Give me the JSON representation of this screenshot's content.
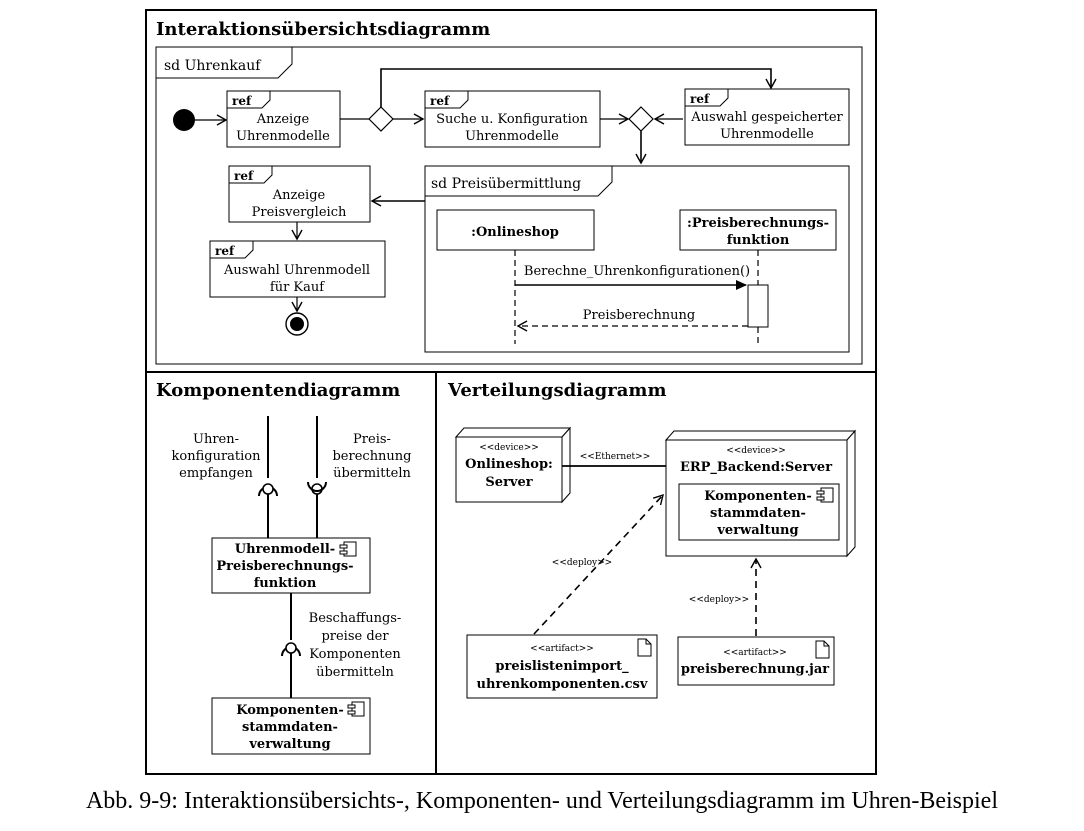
{
  "interaction_overview": {
    "title": "Interaktionsübersichtsdiagramm",
    "frame_label": "sd Uhrenkauf",
    "ref_keyword": "ref",
    "refs": {
      "anzeige_modelle": [
        "Anzeige",
        "Uhrenmodelle"
      ],
      "suche_konfig": [
        "Suche u. Konfiguration",
        "Uhrenmodelle"
      ],
      "auswahl_gespeichert": [
        "Auswahl gespeicherter",
        "Uhrenmodelle"
      ],
      "anzeige_preisvergleich": [
        "Anzeige",
        "Preisvergleich"
      ],
      "auswahl_kauf": [
        "Auswahl Uhrenmodell",
        "für Kauf"
      ]
    },
    "sub_frame_label": "sd Preisübermittlung",
    "lifelines": {
      "onlineshop": [
        ":Onlineshop"
      ],
      "preisberechnung": [
        ":Preisberechnungs-",
        "funktion"
      ]
    },
    "messages": {
      "call": "Berechne_Uhrenkonfigurationen()",
      "reply": "Preisberechnung"
    }
  },
  "component_diagram": {
    "title": "Komponentendiagramm",
    "interfaces": {
      "empfangen": [
        "Uhren-",
        "konfiguration",
        "empfangen"
      ],
      "preis": [
        "Preis-",
        "berechnung",
        "übermitteln"
      ],
      "beschaffung": [
        "Beschaffungs-",
        "preise der",
        "Komponenten",
        "übermitteln"
      ]
    },
    "components": {
      "uhrenmodell": [
        "Uhrenmodell-",
        "Preisberechnungs-",
        "funktion"
      ],
      "stammdaten": [
        "Komponenten-",
        "stammdaten-",
        "verwaltung"
      ]
    }
  },
  "deployment_diagram": {
    "title": "Verteilungsdiagramm",
    "stereotypes": {
      "device": "<<device>>",
      "artifact": "<<artifact>>",
      "deploy": "<<deploy>>",
      "ethernet": "<<Ethernet>>"
    },
    "nodes": {
      "onlineshop_server": [
        "Onlineshop:",
        "Server"
      ],
      "erp_server": "ERP_Backend:Server",
      "inner_component": [
        "Komponenten-",
        "stammdaten-",
        "verwaltung"
      ]
    },
    "artifacts": {
      "csv": [
        "preislistenimport_",
        "uhrenkomponenten.csv"
      ],
      "jar": "preisberechnung.jar"
    }
  },
  "caption": "Abb. 9-9: Interaktionsübersichts-, Komponenten- und Verteilungsdiagramm im Uhren-Beispiel"
}
